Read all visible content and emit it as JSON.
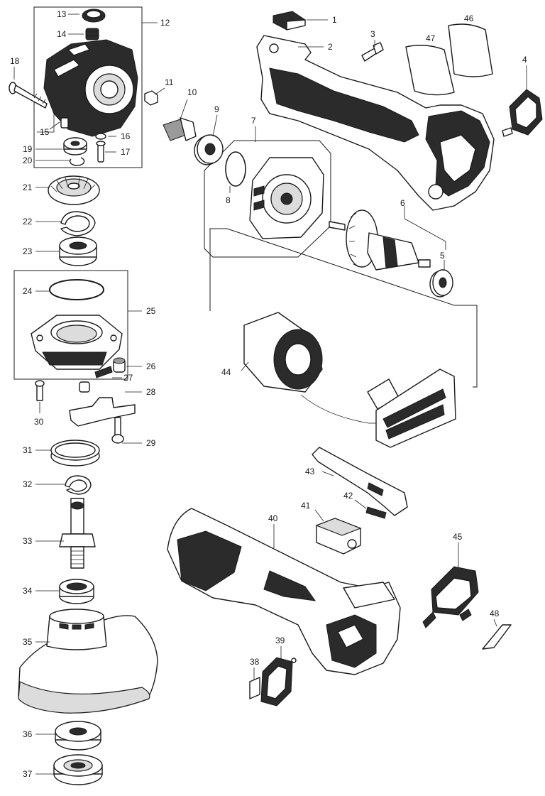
{
  "callouts": [
    "1",
    "2",
    "3",
    "4",
    "5",
    "6",
    "7",
    "8",
    "9",
    "10",
    "11",
    "12",
    "13",
    "14",
    "15",
    "16",
    "17",
    "18",
    "19",
    "20",
    "21",
    "22",
    "23",
    "24",
    "25",
    "26",
    "27",
    "28",
    "29",
    "30",
    "31",
    "32",
    "33",
    "34",
    "35",
    "36",
    "37",
    "38",
    "39",
    "40",
    "41",
    "42",
    "43",
    "44",
    "45",
    "46",
    "47",
    "48"
  ],
  "colors": {
    "line": "#1a1a1a",
    "housing": "#2b2b2b",
    "background": "#ffffff"
  }
}
